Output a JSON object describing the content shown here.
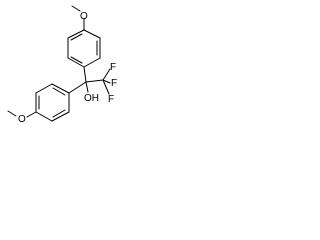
{
  "structure": {
    "atom_labels": {
      "top_methoxy": "O",
      "bottom_methoxy": "O",
      "hydroxyl": "OH",
      "fluorine_1": "F",
      "fluorine_2": "F",
      "fluorine_3": "F"
    },
    "colors": {
      "bond": "#000000",
      "label": "#000000",
      "background": "#ffffff"
    }
  }
}
